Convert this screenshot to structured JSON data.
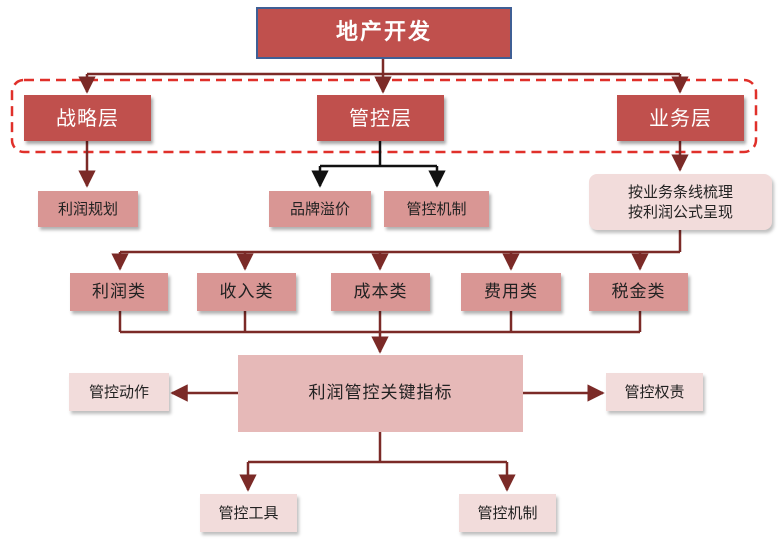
{
  "colors": {
    "connector": "#7b2a27",
    "dashed_frame": "#e0302a",
    "tier_fill": "#c0504d",
    "sub_fill": "#d99694",
    "pale_fill": "#f2dcdb",
    "center_fill": "#e6b9b8"
  },
  "root": {
    "label": "地产开发"
  },
  "tiers": {
    "strategy": "战略层",
    "control": "管控层",
    "business": "业务层"
  },
  "sub_items": {
    "profit_planning": "利润规划",
    "brand_premium": "品牌溢价",
    "control_mechanism": "管控机制"
  },
  "business_note": {
    "line1": "按业务条线梳理",
    "line2": "按利润公式呈现"
  },
  "categories": [
    "利润类",
    "收入类",
    "成本类",
    "费用类",
    "税金类"
  ],
  "center": {
    "label": "利润管控关键指标"
  },
  "sides": {
    "left": "管控动作",
    "right": "管控权责"
  },
  "outputs": {
    "tools": "管控工具",
    "mechanism": "管控机制"
  }
}
